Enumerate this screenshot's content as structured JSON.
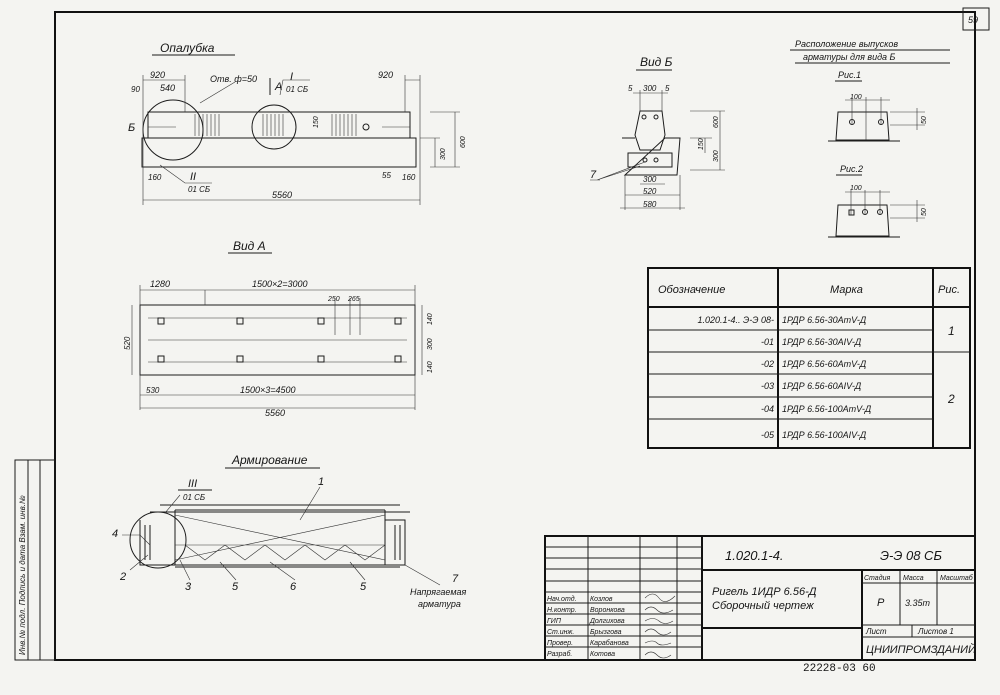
{
  "sheet_number": "59",
  "side_strip": "Инв.№ подл.   Подпись и дата   Взам. инв.№",
  "formwork": {
    "title": "Опалубка",
    "dims": {
      "left_920": "920",
      "d540": "540",
      "d90": "90",
      "hole": "Отв. ф=50",
      "view_a": "А",
      "callout_i": "I",
      "callout_i_ref": "01 СБ",
      "right_920": "920",
      "d160_left": "160",
      "d160_right": "160",
      "callout_ii": "II",
      "callout_ii_ref": "01 СБ",
      "length": "5560",
      "view_b": "Б",
      "h600": "600",
      "h300": "300",
      "h150": "150",
      "d55": "55"
    }
  },
  "view_a": {
    "title": "Вид А",
    "dims": {
      "d1280": "1280",
      "spacing_top": "1500×2=3000",
      "d250": "250",
      "d265": "265",
      "spacing_bottom": "1500×3=4500",
      "d530": "530",
      "length": "5560",
      "width": "520",
      "r140a": "140",
      "r300": "300",
      "r140b": "140"
    }
  },
  "view_b": {
    "title": "Вид Б",
    "dims": {
      "d5a": "5",
      "d300top": "300",
      "d5b": "5",
      "d300": "300",
      "d520": "520",
      "d580": "580",
      "h600": "600",
      "h300": "300",
      "h150": "150",
      "pos7": "7"
    }
  },
  "rebar_layout": {
    "title_line1": "Расположение выпусков",
    "title_line2": "арматуры для вида Б",
    "fig1": "Рис.1",
    "fig2": "Рис.2",
    "dim_100": "100",
    "dim_50": "50"
  },
  "spec_table": {
    "headers": [
      "Обозначение",
      "Марка",
      "Рис."
    ],
    "rows": [
      {
        "designation": "1.020.1-4.. Э-Э 08-",
        "mark": "1РДР 6.56-30АтV-Д"
      },
      {
        "designation": "-01",
        "mark": "1РДР 6.56-30АIV-Д"
      },
      {
        "designation": "-02",
        "mark": "1РДР 6.56-60АтV-Д"
      },
      {
        "designation": "-03",
        "mark": "1РДР 6.56-60АIV-Д"
      },
      {
        "designation": "-04",
        "mark": "1РДР 6.56-100АтV-Д"
      },
      {
        "designation": "-05",
        "mark": "1РДР 6.56-100АIV-Д"
      }
    ],
    "figures": [
      "1",
      "2"
    ]
  },
  "reinforcement": {
    "title": "Армирование",
    "callout_iii": "III",
    "callout_iii_ref": "01 СБ",
    "positions": [
      "1",
      "4",
      "2",
      "3",
      "5",
      "6",
      "5"
    ],
    "pos7": "7",
    "tendon_line1": "Напрягаемая",
    "tendon_line2": "арматура"
  },
  "title_block": {
    "code": "1.020.1-4.",
    "doc": "Э-Э 08 СБ",
    "name_line1": "Ригель 1ИДР 6.56-Д",
    "name_line2": "Сборочный чертеж",
    "stage_label": "Стадия",
    "mass_label": "Масса",
    "scale_label": "Масштаб",
    "stage": "Р",
    "mass": "3.35т",
    "sheet_label": "Лист",
    "sheets_label": "Листов 1",
    "org": "ЦНИИПРОМЗДАНИЙ",
    "people": [
      {
        "role": "Нач.отд.",
        "name": "Козлов"
      },
      {
        "role": "Н.контр.",
        "name": "Воронкова"
      },
      {
        "role": "ГИП",
        "name": "Долгихова"
      },
      {
        "role": "Ст.инж.",
        "name": "Брызгова"
      },
      {
        "role": "Провер.",
        "name": "Карабанова"
      },
      {
        "role": "Разраб.",
        "name": "Котова"
      }
    ],
    "archive_number": "22228-03 60"
  }
}
